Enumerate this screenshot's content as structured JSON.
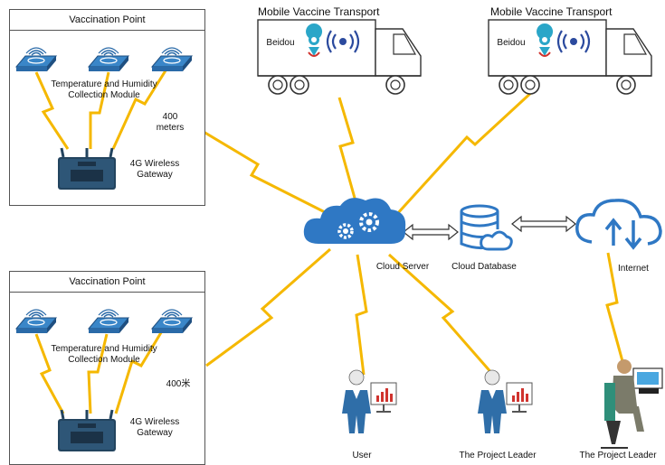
{
  "colors": {
    "bolt": "#f5b800",
    "blue": "#2f78c4",
    "lightBlue": "#3a9ad9",
    "dark": "#1f3c58",
    "line": "#555555"
  },
  "vaccination_points": [
    {
      "title": "Vaccination Point",
      "sensor_label": "Temperature and Humidity Collection Module",
      "distance": "400 meters",
      "gateway_label": "4G Wireless Gateway"
    },
    {
      "title": "Vaccination Point",
      "sensor_label": "Temperature and Humidity Collection Module",
      "distance": "400米",
      "gateway_label": "4G Wireless Gateway"
    }
  ],
  "trucks": [
    {
      "title": "Mobile Vaccine Transport",
      "beidou": "Beidou"
    },
    {
      "title": "Mobile Vaccine Transport",
      "beidou": "Beidou"
    }
  ],
  "cloud_server": {
    "label": "Cloud Server",
    "icon": "gear-cloud-icon"
  },
  "cloud_database": {
    "label": "Cloud Database",
    "icon": "database-icon"
  },
  "internet": {
    "label": "Internet",
    "icon": "cloud-upload-download-icon"
  },
  "people": [
    {
      "label": "User"
    },
    {
      "label": "The Project Leader"
    },
    {
      "label": "The Project Leader"
    }
  ]
}
